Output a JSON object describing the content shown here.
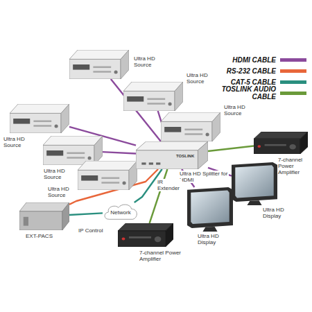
{
  "diagram": {
    "nodes": [
      {
        "text": [
          "Ultra HD Source"
        ]
      },
      {
        "text": [
          "Ultra HD Source"
        ]
      },
      {
        "text": [
          "Ultra HD Source"
        ]
      },
      {
        "text": [
          "Ultra HD Source"
        ]
      },
      {
        "text": [
          "Ultra HD Source"
        ]
      },
      {
        "text": [
          "Ultra HD Source"
        ]
      },
      {
        "text": [
          "Ultra HD Splitter for HDMI"
        ]
      },
      {
        "text": [
          "7-channel Power Amplifier"
        ]
      },
      {
        "text": [
          "Ultra HD Display"
        ]
      },
      {
        "text": [
          "Ultra HD Display"
        ]
      },
      {
        "text": [
          "EXT-PACS"
        ]
      },
      {
        "text": [
          "Network"
        ]
      },
      {
        "text": [
          "7-channel Power Amplifier"
        ]
      }
    ],
    "edges": [
      {
        "from": 0,
        "to": 6,
        "arrow": "none"
      },
      {
        "from": 1,
        "to": 6,
        "arrow": "none"
      },
      {
        "from": 2,
        "to": 6,
        "arrow": "none"
      },
      {
        "from": 3,
        "to": 6,
        "arrow": "none"
      },
      {
        "from": 4,
        "to": 6,
        "arrow": "none"
      },
      {
        "from": 5,
        "to": 6,
        "arrow": "none"
      },
      {
        "from": 6,
        "to": 8,
        "arrow": "none"
      },
      {
        "from": 6,
        "to": 9,
        "arrow": "none"
      },
      {
        "from": 6,
        "to": 7,
        "arrow": "none"
      },
      {
        "from": 6,
        "to": 12,
        "arrow": "none"
      },
      {
        "from": 10,
        "to": 6,
        "arrow": "none"
      },
      {
        "from": 10,
        "to": 11,
        "arrow": "none"
      },
      {
        "from": 11,
        "to": 6,
        "arrow": "none"
      }
    ],
    "labels": [
      "TOSLINK",
      "IR Extender",
      "IP Control"
    ],
    "legend": [
      {
        "text": "HDMI CABLE",
        "color": "#8b4a9c"
      },
      {
        "text": "RS-232 CABLE",
        "color": "#e8663a"
      },
      {
        "text": "CAT-5 CABLE",
        "color": "#2a8f7f"
      },
      {
        "text": "TOSLINK AUDIO CABLE",
        "color": "#6a9a3a"
      }
    ]
  }
}
